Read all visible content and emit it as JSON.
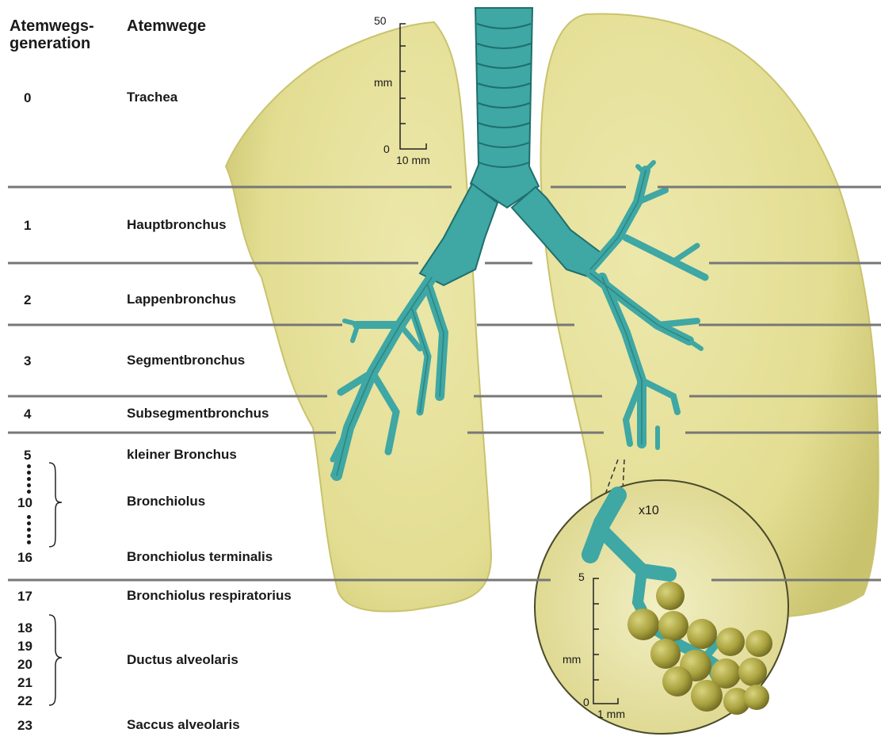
{
  "headers": {
    "generation_line1": "Atemwegs-",
    "generation_line2": "generation",
    "airways": "Atemwege"
  },
  "rows": [
    {
      "gen": "0",
      "name": "Trachea"
    },
    {
      "gen": "1",
      "name": "Hauptbronchus"
    },
    {
      "gen": "2",
      "name": "Lappenbronchus"
    },
    {
      "gen": "3",
      "name": "Segmentbronchus"
    },
    {
      "gen": "4",
      "name": "Subsegmentbronchus"
    },
    {
      "gen": "5",
      "name": "kleiner Bronchus"
    },
    {
      "gen": "10",
      "name": "Bronchiolus"
    },
    {
      "gen": "16",
      "name": "Bronchiolus terminalis"
    },
    {
      "gen": "17",
      "name": "Bronchiolus respiratorius"
    },
    {
      "gen": "18",
      "name": ""
    },
    {
      "gen": "19",
      "name": ""
    },
    {
      "gen": "20",
      "name": "Ductus alveolaris"
    },
    {
      "gen": "21",
      "name": ""
    },
    {
      "gen": "22",
      "name": ""
    },
    {
      "gen": "23",
      "name": "Saccus alveolaris"
    }
  ],
  "scale_main": {
    "top": "50",
    "unit": "mm",
    "bottom": "0",
    "width_label": "10 mm"
  },
  "scale_inset": {
    "top": "5",
    "unit": "mm",
    "bottom": "0",
    "width_label": "1 mm"
  },
  "magnification": "x10",
  "colors": {
    "lung": "#e7e29c",
    "lung_edge": "#c9c36e",
    "airway": "#3fa7a4",
    "airway_dark": "#1f6f6c",
    "divider": "#777777",
    "alveoli": "#b5ae4f"
  }
}
